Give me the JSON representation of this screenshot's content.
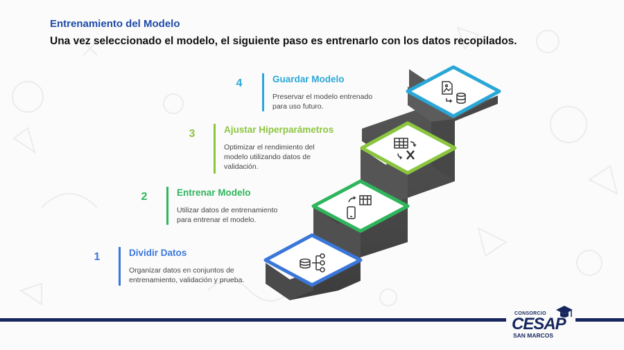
{
  "slide": {
    "title": "Entrenamiento del Modelo",
    "subtitle": "Una vez seleccionado el modelo, el siguiente paso es entrenarlo con los datos recopilados."
  },
  "steps": [
    {
      "number": "1",
      "title": "Dividir Datos",
      "desc_line1": "Organizar datos en conjuntos de",
      "desc_line2": "entrenamiento, validación y prueba.",
      "desc_line3": "",
      "color": "#3a77d9",
      "icon": "database-split-icon"
    },
    {
      "number": "2",
      "title": "Entrenar Modelo",
      "desc_line1": "Utilizar datos de entrenamiento",
      "desc_line2": "para entrenar el modelo.",
      "desc_line3": "",
      "color": "#2fb55c",
      "icon": "phone-table-sync-icon"
    },
    {
      "number": "3",
      "title": "Ajustar Hiperparámetros",
      "desc_line1": "Optimizar el rendimiento del",
      "desc_line2": "modelo utilizando datos de",
      "desc_line3": "validación.",
      "color": "#8cc63f",
      "icon": "table-excel-cycle-icon"
    },
    {
      "number": "4",
      "title": "Guardar Modelo",
      "desc_line1": "Preservar el modelo entrenado",
      "desc_line2": "para uso futuro.",
      "desc_line3": "",
      "color": "#2aa7d6",
      "icon": "image-to-database-icon"
    }
  ],
  "logo": {
    "top": "CONSORCIO",
    "main": "CESAP",
    "bottom": "SAN MARCOS"
  },
  "colors": {
    "title": "#1d4aa8",
    "footer": "#17275e"
  }
}
